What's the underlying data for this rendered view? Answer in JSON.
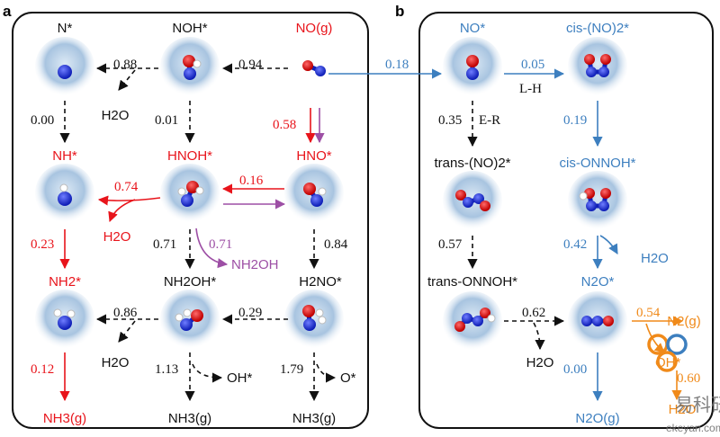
{
  "colors": {
    "black": "#111111",
    "red": "#e8141b",
    "purple": "#9d4fa5",
    "blue": "#3d7fbf",
    "orange": "#f08a1a",
    "watermark": "#6a6a6a"
  },
  "panel_a": {
    "letter": "a",
    "species": {
      "n_star": "N*",
      "noh_star": "NOH*",
      "no_g": "NO(g)",
      "nh_star": "NH*",
      "hnoh_star": "HNOH*",
      "hno_star": "HNO*",
      "nh2_star": "NH2*",
      "nh2oh_star": "NH2OH*",
      "h2no_star": "H2NO*",
      "nh3_left": "NH3(g)",
      "nh3_mid": "NH3(g)",
      "nh3_right": "NH3(g)",
      "h2o_top": "H2O",
      "h2o_red": "H2O",
      "h2o_mid": "H2O",
      "nh2oh_g": "NH2OH",
      "oh_star": "OH*",
      "o_star": "O*"
    },
    "energies": {
      "e_0_88": "0.88",
      "e_0_94": "0.94",
      "e_0_00": "0.00",
      "e_0_01": "0.01",
      "e_0_58": "0.58",
      "e_0_74": "0.74",
      "e_0_16": "0.16",
      "e_0_23": "0.23",
      "e_0_71_black": "0.71",
      "e_0_71_purple": "0.71",
      "e_0_84": "0.84",
      "e_0_86": "0.86",
      "e_0_29": "0.29",
      "e_0_12": "0.12",
      "e_1_13": "1.13",
      "e_1_79": "1.79"
    }
  },
  "panel_b": {
    "letter": "b",
    "species": {
      "no_star": "NO*",
      "cis_no2": "cis-(NO)2*",
      "trans_no2": "trans-(NO)2*",
      "cis_onnoh": "cis-ONNOH*",
      "trans_onnoh": "trans-ONNOH*",
      "n2o_star": "N2O*",
      "n2o_g": "N2O(g)",
      "n2_g": "N2(g)",
      "oh_star": "OH*",
      "h2o_blue": "H2O",
      "h2o_black": "H2O",
      "h2o_orange": "H2O"
    },
    "energies": {
      "e_0_18": "0.18",
      "e_0_05": "0.05",
      "lh": "L-H",
      "e_0_35": "0.35",
      "er": "E-R",
      "e_0_19": "0.19",
      "e_0_57": "0.57",
      "e_0_42": "0.42",
      "e_0_62": "0.62",
      "e_0_54": "0.54",
      "e_0_00": "0.00",
      "e_0_60": "0.60"
    }
  },
  "watermark": {
    "cn_text": "易科研",
    "url_text": "ekeyan.com"
  }
}
